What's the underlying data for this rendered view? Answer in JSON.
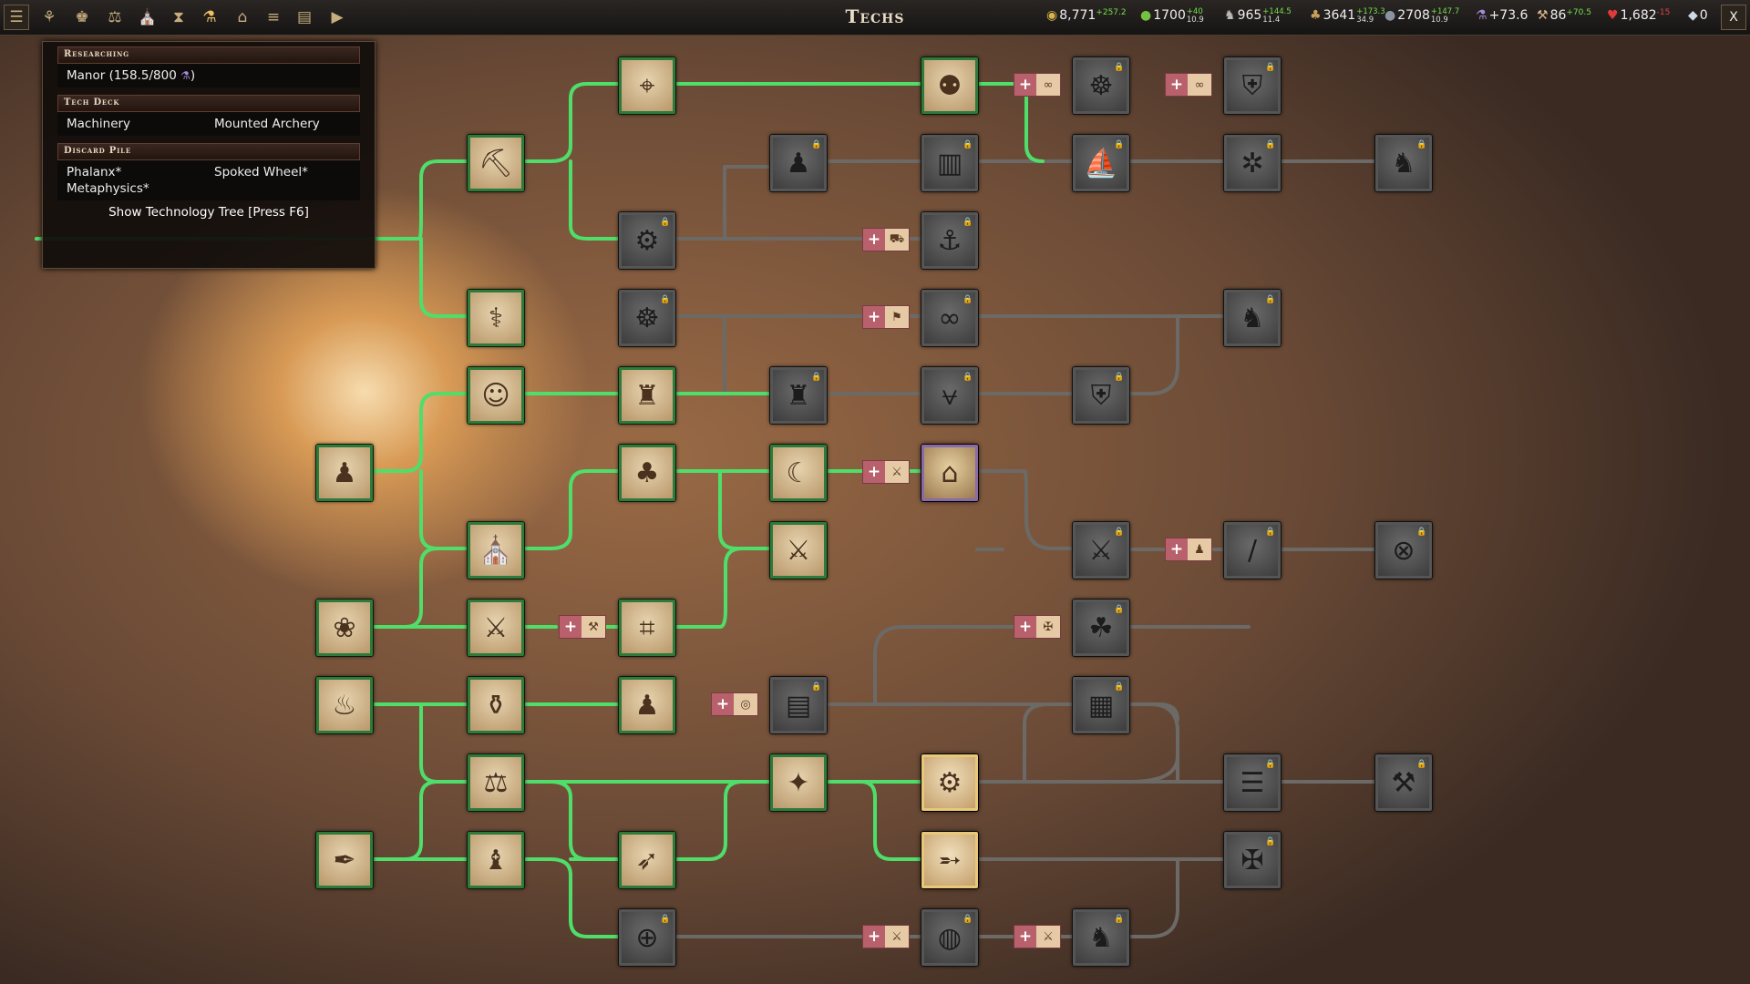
{
  "header": {
    "title": "Techs",
    "menu_icon": "menu-icon",
    "buttons": [
      {
        "name": "laurel-icon",
        "glyph": "⚘"
      },
      {
        "name": "crown-icon",
        "glyph": "♚"
      },
      {
        "name": "scales-icon",
        "glyph": "⚖"
      },
      {
        "name": "temple-icon",
        "glyph": "⛪"
      },
      {
        "name": "hourglass-icon",
        "glyph": "⧗"
      },
      {
        "name": "flask-icon",
        "glyph": "⚗",
        "active": true
      },
      {
        "name": "house-icon",
        "glyph": "⌂"
      },
      {
        "name": "scroll-icon",
        "glyph": "≡"
      },
      {
        "name": "book-icon",
        "glyph": "▤"
      },
      {
        "name": "play-icon",
        "glyph": "▶"
      }
    ],
    "close_label": "X"
  },
  "resources": [
    {
      "name": "gold",
      "icon": "coin-icon",
      "glyph": "◉",
      "color": "#d8b24a",
      "value": "8,771",
      "inline": "+257.2",
      "inline_class": "up"
    },
    {
      "name": "food",
      "icon": "apple-icon",
      "glyph": "●",
      "color": "#74c040",
      "value": "1700",
      "top": "+40",
      "bottom": "10.9"
    },
    {
      "name": "horses",
      "icon": "horse-icon",
      "glyph": "♞",
      "color": "#bbbbbb",
      "value": "965",
      "top": "+144.5",
      "bottom": "11.4"
    },
    {
      "name": "wood",
      "icon": "tree-icon",
      "glyph": "♣",
      "color": "#c9a05a",
      "value": "3641",
      "top": "+173.3",
      "bottom": "34.9"
    },
    {
      "name": "stone",
      "icon": "stone-icon",
      "glyph": "●",
      "color": "#8a93a0",
      "value": "2708",
      "top": "+147.7",
      "bottom": "10.9"
    },
    {
      "name": "science",
      "icon": "flask-icon",
      "glyph": "⚗",
      "color": "#a58bd9",
      "value": "+73.6"
    },
    {
      "name": "production",
      "icon": "hammer-icon",
      "glyph": "⚒",
      "color": "#d8b88a",
      "value": "86",
      "inline": "+70.5",
      "inline_class": "up"
    },
    {
      "name": "health",
      "icon": "heart-shield-icon",
      "glyph": "♥",
      "color": "#e03b3b",
      "value": "1,682",
      "inline": "-15",
      "inline_class": "dn"
    },
    {
      "name": "gems",
      "icon": "diamond-icon",
      "glyph": "◆",
      "color": "#cfd8e6",
      "value": "0"
    }
  ],
  "panel": {
    "researching_header": "Researching",
    "researching_value": "Manor (158.5/800 ",
    "researching_icon": "⚗",
    "researching_close": ")",
    "deck_header": "Tech Deck",
    "deck": [
      "Machinery",
      "Mounted Archery"
    ],
    "discard_header": "Discard Pile",
    "discard": [
      "Phalanx*",
      "Spoked Wheel*",
      "Metaphysics*"
    ],
    "show_tree": "Show Technology Tree [Press F6]"
  },
  "nodes": [
    {
      "id": "bust",
      "icon": "bust-icon",
      "glyph": "♟",
      "state": "done"
    },
    {
      "id": "snare",
      "icon": "snare-icon",
      "glyph": "❀",
      "state": "done"
    },
    {
      "id": "cooking",
      "icon": "cauldron-icon",
      "glyph": "♨",
      "state": "done"
    },
    {
      "id": "writing",
      "icon": "quill-icon",
      "glyph": "✒",
      "state": "done"
    },
    {
      "id": "mining",
      "icon": "miner-icon",
      "glyph": "⛏",
      "state": "done"
    },
    {
      "id": "herding",
      "icon": "shepherd-icon",
      "glyph": "⚕",
      "state": "done"
    },
    {
      "id": "theatre",
      "icon": "mask-icon",
      "glyph": "☺",
      "state": "done"
    },
    {
      "id": "temple",
      "icon": "temple-icon",
      "glyph": "⛪",
      "state": "done"
    },
    {
      "id": "warriors",
      "icon": "warriors-icon",
      "glyph": "⚔",
      "state": "done"
    },
    {
      "id": "pottery",
      "icon": "potter-icon",
      "glyph": "⚱",
      "state": "done"
    },
    {
      "id": "law",
      "icon": "scales-icon",
      "glyph": "⚖",
      "state": "done"
    },
    {
      "id": "senate",
      "icon": "orator-icon",
      "glyph": "♝",
      "state": "done"
    },
    {
      "id": "telescope",
      "icon": "telescope-icon",
      "glyph": "⌖",
      "state": "done"
    },
    {
      "id": "siege",
      "icon": "siege-icon",
      "glyph": "⚙",
      "state": "lock"
    },
    {
      "id": "wheel",
      "icon": "wheel-icon",
      "glyph": "☸",
      "state": "lock"
    },
    {
      "id": "castle",
      "icon": "castle-icon",
      "glyph": "♜",
      "state": "done"
    },
    {
      "id": "forestry",
      "icon": "tree-icon",
      "glyph": "♣",
      "state": "done"
    },
    {
      "id": "map",
      "icon": "map-icon",
      "glyph": "⌗",
      "state": "done"
    },
    {
      "id": "monk",
      "icon": "monk-icon",
      "glyph": "♟",
      "state": "done"
    },
    {
      "id": "archery",
      "icon": "bow-icon",
      "glyph": "➶",
      "state": "done"
    },
    {
      "id": "astronomy",
      "icon": "armillary-icon",
      "glyph": "⊕",
      "state": "lock"
    },
    {
      "id": "worker",
      "icon": "worker-icon",
      "glyph": "♟",
      "state": "lock"
    },
    {
      "id": "gatehouse",
      "icon": "gatehouse-icon",
      "glyph": "♜",
      "state": "lock"
    },
    {
      "id": "sickle",
      "icon": "sickle-icon",
      "glyph": "☾",
      "state": "done"
    },
    {
      "id": "axes",
      "icon": "crossed-axes-icon",
      "glyph": "⚔",
      "state": "done"
    },
    {
      "id": "bookmaking",
      "icon": "book-press-icon",
      "glyph": "▤",
      "state": "lock"
    },
    {
      "id": "treasury",
      "icon": "treasure-icon",
      "glyph": "✦",
      "state": "done"
    },
    {
      "id": "wealth",
      "icon": "money-bag-icon",
      "glyph": "⚉",
      "state": "done"
    },
    {
      "id": "library",
      "icon": "books-icon",
      "glyph": "▥",
      "state": "lock"
    },
    {
      "id": "trebuchet",
      "icon": "trebuchet-icon",
      "glyph": "⚓",
      "state": "lock"
    },
    {
      "id": "chains",
      "icon": "shackles-icon",
      "glyph": "∞",
      "state": "lock"
    },
    {
      "id": "compass",
      "icon": "compass-icon",
      "glyph": "⩝",
      "state": "lock"
    },
    {
      "id": "manor",
      "icon": "manor-icon",
      "glyph": "⌂",
      "state": "current"
    },
    {
      "id": "machinery",
      "icon": "gears-icon",
      "glyph": "⚙",
      "state": "hl"
    },
    {
      "id": "mounted-archery",
      "icon": "archer-icon",
      "glyph": "➵",
      "state": "hl"
    },
    {
      "id": "globe",
      "icon": "globe-icon",
      "glyph": "◍",
      "state": "lock"
    },
    {
      "id": "waterwheel",
      "icon": "waterwheel-icon",
      "glyph": "☸",
      "state": "lock"
    },
    {
      "id": "sailing",
      "icon": "sail-icon",
      "glyph": "⛵",
      "state": "lock"
    },
    {
      "id": "helmet",
      "icon": "helmet-icon",
      "glyph": "⛨",
      "state": "lock"
    },
    {
      "id": "swords",
      "icon": "crossed-swords-icon",
      "glyph": "⚔",
      "state": "lock"
    },
    {
      "id": "painting",
      "icon": "palette-icon",
      "glyph": "☘",
      "state": "lock"
    },
    {
      "id": "printing",
      "icon": "printing-press-icon",
      "glyph": "▦",
      "state": "lock"
    },
    {
      "id": "chess",
      "icon": "chess-icon",
      "glyph": "♞",
      "state": "lock"
    },
    {
      "id": "plate-armor",
      "icon": "armor-icon",
      "glyph": "⛨",
      "state": "lock"
    },
    {
      "id": "eagle",
      "icon": "eagle-icon",
      "glyph": "✲",
      "state": "lock"
    },
    {
      "id": "cavalry",
      "icon": "horse-icon",
      "glyph": "♞",
      "state": "lock"
    },
    {
      "id": "pike",
      "icon": "spear-icon",
      "glyph": "∕",
      "state": "lock"
    },
    {
      "id": "banking",
      "icon": "coin-stacks-icon",
      "glyph": "☰",
      "state": "lock"
    },
    {
      "id": "crossbow",
      "icon": "crossbow-icon",
      "glyph": "✠",
      "state": "lock"
    },
    {
      "id": "knight",
      "icon": "knight-helm-icon",
      "glyph": "♞",
      "state": "lock"
    },
    {
      "id": "shield",
      "icon": "shield-icon",
      "glyph": "⊗",
      "state": "lock"
    },
    {
      "id": "engineering",
      "icon": "hammer-icon",
      "glyph": "⚒",
      "state": "lock"
    }
  ],
  "unlocks": [
    {
      "id": "u1",
      "icon": "rope-icon",
      "glyph": "∞"
    },
    {
      "id": "u2",
      "icon": "rope-icon",
      "glyph": "∞"
    },
    {
      "id": "u3",
      "icon": "cart-icon",
      "glyph": "⛟"
    },
    {
      "id": "u4",
      "icon": "flag-icon",
      "glyph": "⚑"
    },
    {
      "id": "u5",
      "icon": "sword-icon",
      "glyph": "⚔"
    },
    {
      "id": "u6",
      "icon": "soldier-icon",
      "glyph": "♟"
    },
    {
      "id": "u7",
      "icon": "pick-icon",
      "glyph": "⚒"
    },
    {
      "id": "u8",
      "icon": "crossbow-icon",
      "glyph": "✠"
    },
    {
      "id": "u9",
      "icon": "barrel-icon",
      "glyph": "◎"
    },
    {
      "id": "u10",
      "icon": "ram-icon",
      "glyph": "⚔"
    },
    {
      "id": "u11",
      "icon": "spear-icon",
      "glyph": "⚔"
    }
  ]
}
